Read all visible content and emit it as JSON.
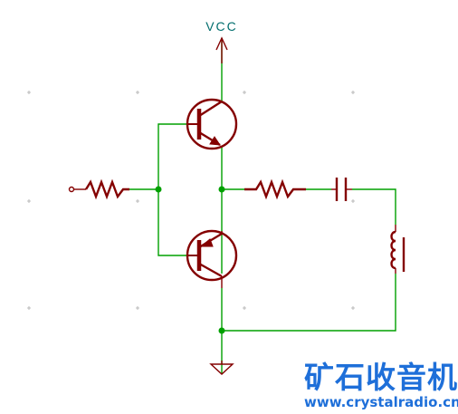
{
  "schematic": {
    "power_label": "VCC",
    "colors": {
      "wire": "#00a000",
      "component": "#840000",
      "power_label": "#006d6d",
      "junction": "#00a000",
      "grid_marks": "#aaaaaa"
    },
    "components": [
      {
        "type": "resistor",
        "role": "input-resistor"
      },
      {
        "type": "npn-transistor",
        "role": "upper-transistor"
      },
      {
        "type": "pnp-transistor",
        "role": "lower-transistor"
      },
      {
        "type": "resistor",
        "role": "output-resistor"
      },
      {
        "type": "capacitor",
        "role": "coupling-capacitor"
      },
      {
        "type": "inductor",
        "role": "load-coil"
      },
      {
        "type": "power-port",
        "role": "vcc"
      },
      {
        "type": "ground",
        "role": "ground"
      }
    ]
  },
  "watermark": {
    "chinese": "矿石收音机",
    "url": "www.crystalradio.cn",
    "color": "#1e6fd9"
  }
}
